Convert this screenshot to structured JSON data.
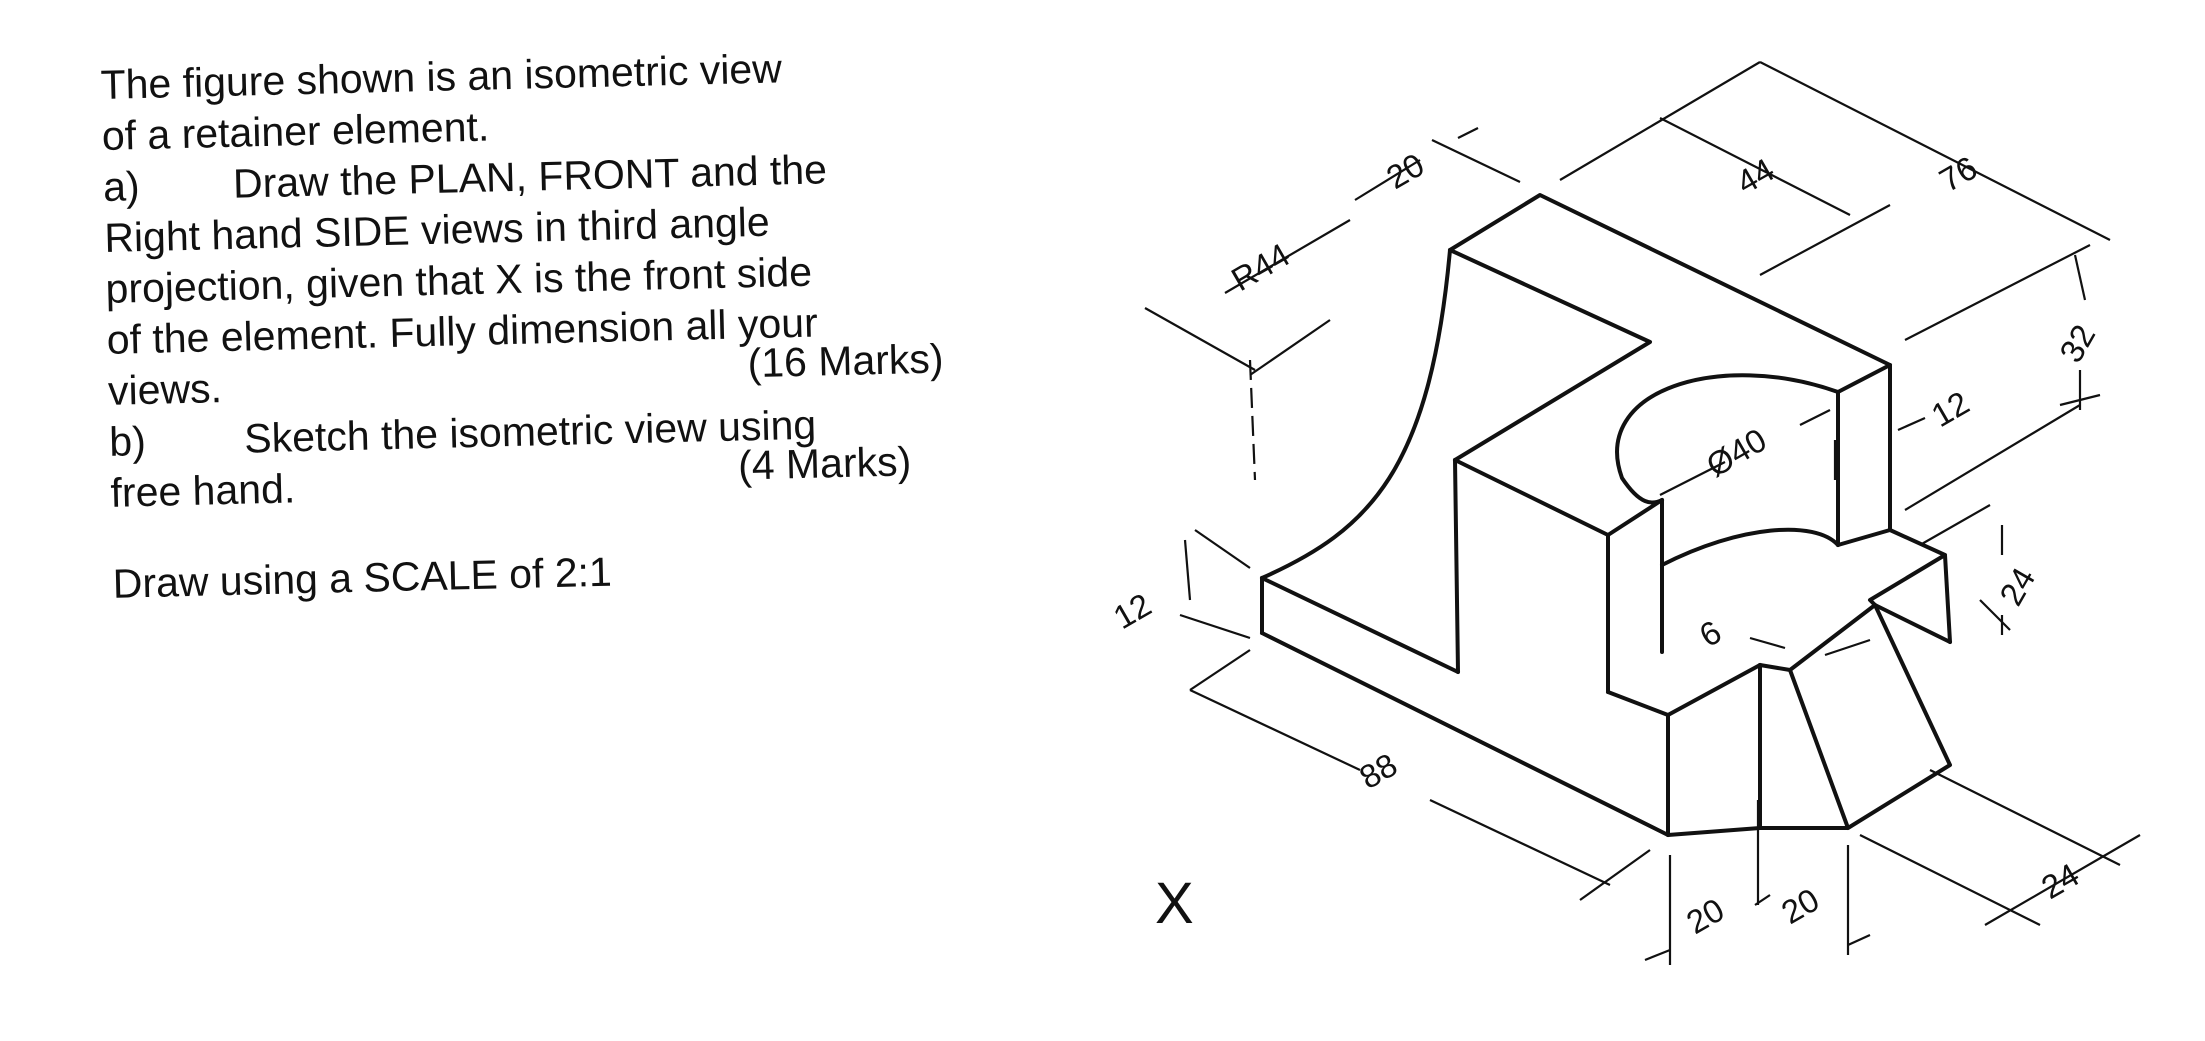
{
  "question": {
    "line1": "The figure shown is an isometric view",
    "line2": "of a retainer element.",
    "a_label": "a)",
    "a_line1": "Draw the PLAN, FRONT and the",
    "a_line2": "Right hand SIDE views in third angle",
    "a_line3": "projection, given that X is the front side",
    "a_line4": "of the element.  Fully dimension all your",
    "a_line5": "views.",
    "a_marks": "(16 Marks)",
    "b_label": "b)",
    "b_line1": "Sketch the isometric view using",
    "b_line2": "free hand.",
    "b_marks": "(4 Marks)",
    "scale_note": "Draw using a SCALE of 2:1"
  },
  "drawing": {
    "front_label": "X",
    "dimensions": {
      "d20_top": "20",
      "d44": "44",
      "d76": "76",
      "r44": "R44",
      "d32": "32",
      "d12_right": "12",
      "d40": "Ø40",
      "d12_left": "12",
      "d24_right": "24",
      "d6": "6",
      "d88": "88",
      "d20_bottom_left": "20",
      "d20_bottom_right": "20",
      "d24_bottom": "24"
    }
  },
  "colors": {
    "ink": "#111111",
    "paper": "#ffffff"
  }
}
